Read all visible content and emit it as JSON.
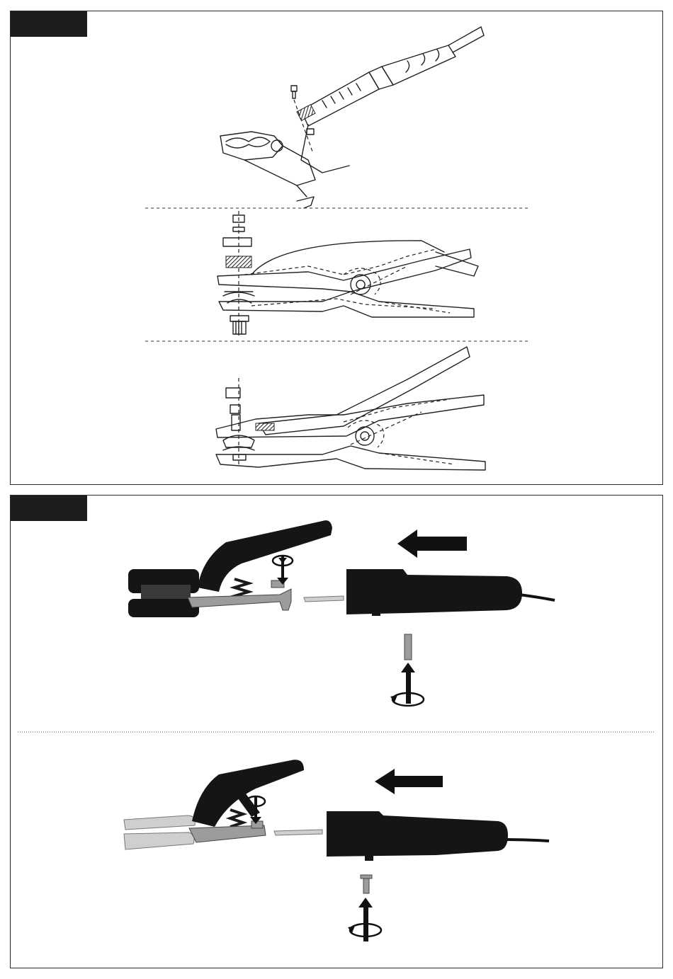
{
  "panels": [
    {
      "id": "panel-1",
      "tag_label": "",
      "figures": [
        "clamp-lug-screw-drawing",
        "clamp-bolt-nut-drawing",
        "clamp-bolt-nut-open-drawing"
      ]
    },
    {
      "id": "panel-2",
      "tag_label": "",
      "figures": [
        "clamp-handle-insertion-photo",
        "clamp-handle-insertion-photo-2"
      ]
    }
  ],
  "colors": {
    "tag_background": "#1d1d1d",
    "border": "#2a2a2a",
    "ink": "#222222"
  },
  "icons": [
    "rotate-icon",
    "push-arrow-icon",
    "insert-arrow-icon"
  ]
}
